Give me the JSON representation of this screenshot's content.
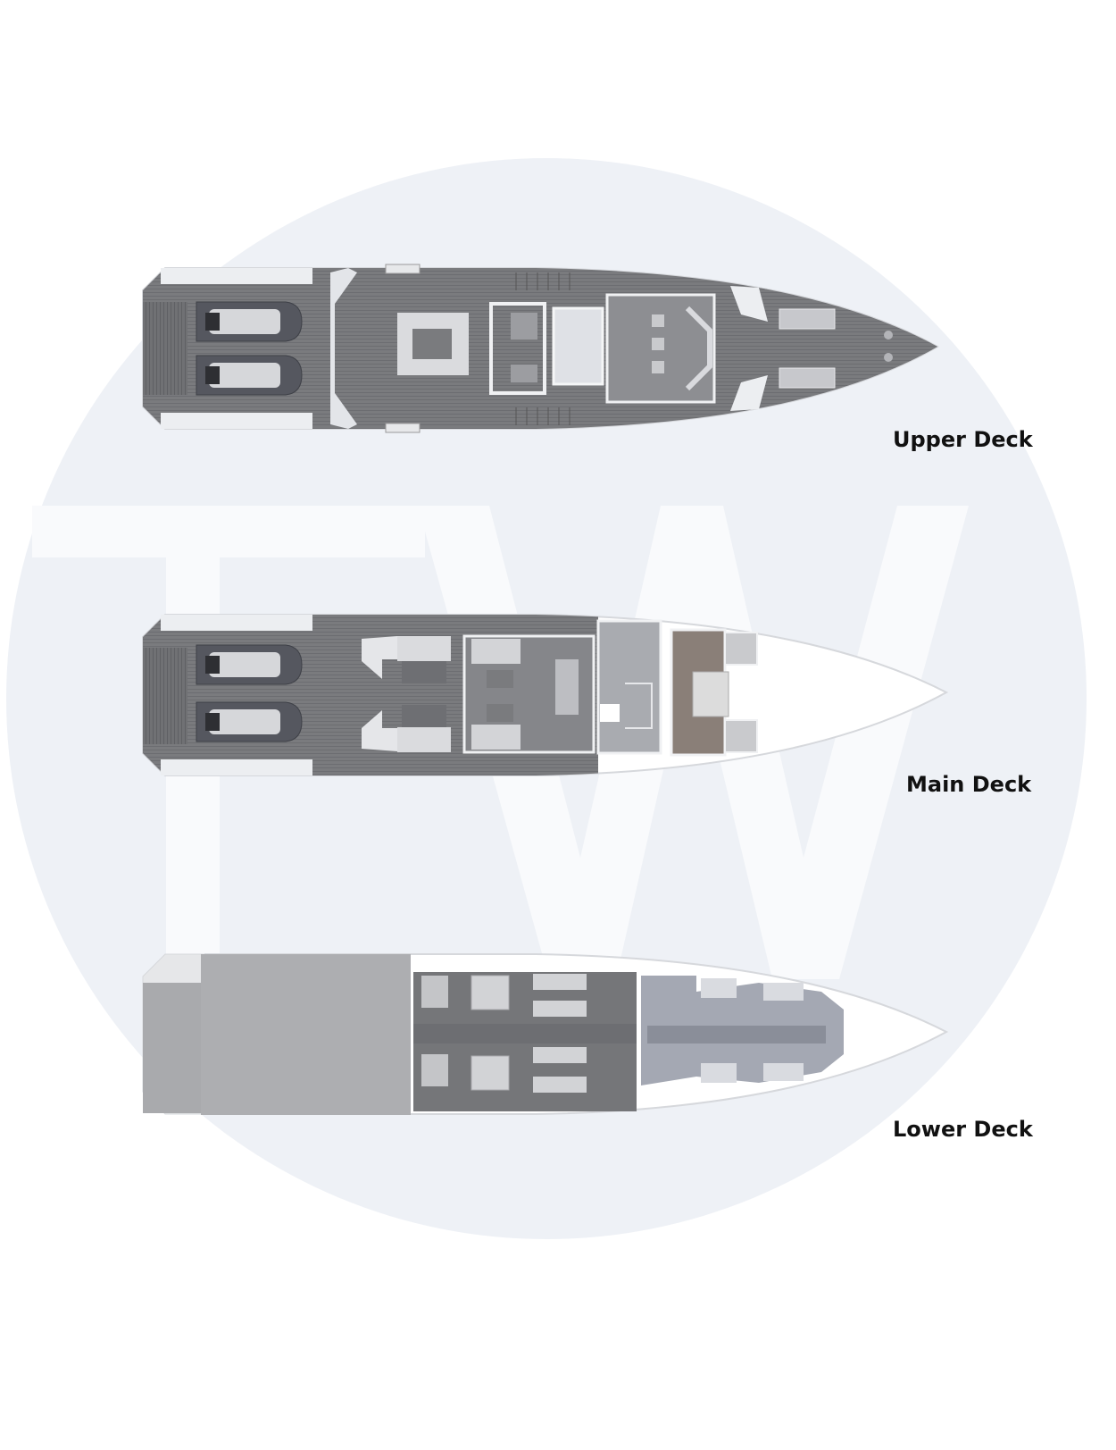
{
  "watermark": {
    "logo": "TW"
  },
  "decks": [
    {
      "id": "upper",
      "label": "Upper Deck"
    },
    {
      "id": "main",
      "label": "Main Deck"
    },
    {
      "id": "lower",
      "label": "Lower Deck"
    }
  ],
  "colors": {
    "background": "#ffffff",
    "watermark_circle": "#eef1f6",
    "watermark_letters": "#f9fafc",
    "teak": "#77787b",
    "teak_dark": "#5f6064",
    "hull_outline": "#d9dbe0",
    "structure": "#eceef1",
    "tender": "#5a5c66",
    "interior": "#8d8e92",
    "crew_area": "#a4a8b3",
    "garage": "#adaeb1",
    "label_text": "#111111"
  }
}
